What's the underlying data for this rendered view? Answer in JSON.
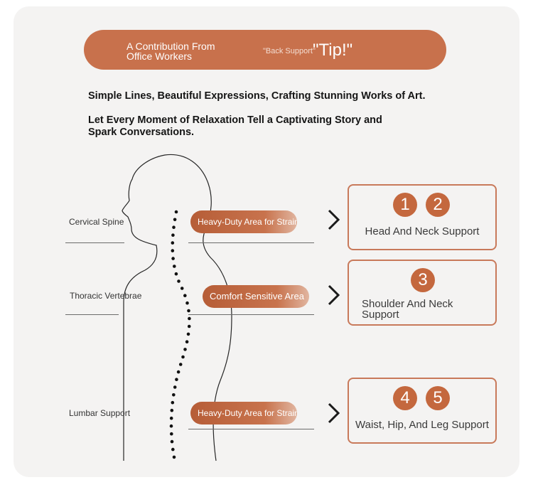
{
  "banner": {
    "line1": "A Contribution From",
    "line2": "Office Workers",
    "middle": "\"Back Support\"",
    "tip": "\"Tip!\""
  },
  "intro": {
    "line1": "Simple Lines, Beautiful Expressions, Crafting Stunning Works of Art.",
    "line2": "Let Every Moment of Relaxation Tell a Captivating Story and Spark Conversations."
  },
  "zones": [
    {
      "label": "Cervical Spine",
      "pill": "Heavy-Duty Area for Strain Relief",
      "card_numbers": [
        "1",
        "2"
      ],
      "card_label": "Head And Neck Support"
    },
    {
      "label": "Thoracic Vertebrae",
      "pill": "Comfort Sensitive Area",
      "card_numbers": [
        "3"
      ],
      "card_label": "Shoulder And Neck Support"
    },
    {
      "label": "Lumbar Support",
      "pill": "Heavy-Duty Area for Strain Relief",
      "card_numbers": [
        "4",
        "5"
      ],
      "card_label": "Waist, Hip, And Leg Support"
    }
  ],
  "icons": {
    "arrow": "chevron-right-icon",
    "figure": "human-silhouette-icon",
    "spine": "dotted-spine-icon"
  },
  "colors": {
    "accent": "#c8714c",
    "circle": "#c4683e",
    "card_border": "#c8795a",
    "panel": "#f4f3f2"
  }
}
